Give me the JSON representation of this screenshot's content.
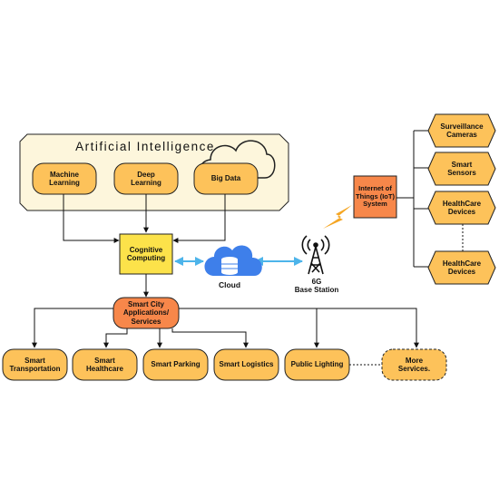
{
  "ai_panel": {
    "title": "Artificial Intelligence"
  },
  "ai_nodes": [
    {
      "label": "Machine\nLearning"
    },
    {
      "label": "Deep\nLearning"
    },
    {
      "label": "Big Data"
    }
  ],
  "cognitive": {
    "label": "Cognitive\nComputing"
  },
  "cloud": {
    "label": "Cloud"
  },
  "station": {
    "label": "6G\nBase Station"
  },
  "iot": {
    "label": "Internet of\nThings (IoT)\nSystem"
  },
  "devices": [
    {
      "label": "Surveillance\nCameras"
    },
    {
      "label": "Smart\nSensors"
    },
    {
      "label": "HealthCare\nDevices"
    },
    {
      "label": "HealthCare\nDevices"
    }
  ],
  "hub": {
    "label": "Smart City\nApplications/\nServices"
  },
  "services": [
    {
      "label": "Smart\nTransportation"
    },
    {
      "label": "Smart\nHealthcare"
    },
    {
      "label": "Smart Parking"
    },
    {
      "label": "Smart Logistics"
    },
    {
      "label": "Public Lighting"
    },
    {
      "label": "More\nServices."
    }
  ],
  "colors": {
    "node_fill": "#FDC25A",
    "node_stroke": "#222222",
    "panel_fill": "#FDF6DC",
    "cognitive_fill": "#FCE24A",
    "accent_orange": "#F7874A",
    "link_blue": "#4DB4EA",
    "cloud_blue": "#3E7FEA",
    "lightning": "#F5A623"
  }
}
